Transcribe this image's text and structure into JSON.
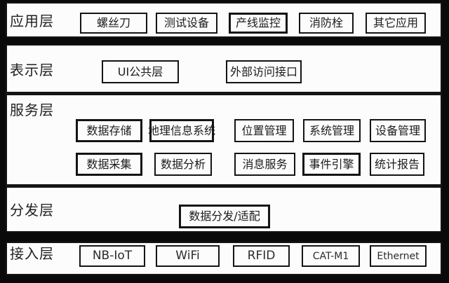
{
  "diagram": {
    "layers": [
      {
        "label": "应用层",
        "items": [
          "螺丝刀",
          "测试设备",
          "产线监控",
          "消防栓",
          "其它应用"
        ]
      },
      {
        "label": "表示层",
        "items": [
          "UI公共层",
          "外部访问接口"
        ]
      },
      {
        "label": "服务层",
        "rows": [
          [
            "数据存储",
            "地理信息系统",
            "位置管理",
            "系统管理",
            "设备管理"
          ],
          [
            "数据采集",
            "数据分析",
            "消息服务",
            "事件引擎",
            "统计报告"
          ]
        ]
      },
      {
        "label": "分发层",
        "items": [
          "数据分发/适配"
        ]
      },
      {
        "label": "接入层",
        "items": [
          "NB-IoT",
          "WiFi",
          "RFID",
          "CAT-M1",
          "Ethernet"
        ]
      }
    ],
    "colors": {
      "background": "#0a0a0a",
      "panel": "#fcfcfc",
      "border": "#141414",
      "text": "#1b1b1b"
    }
  }
}
